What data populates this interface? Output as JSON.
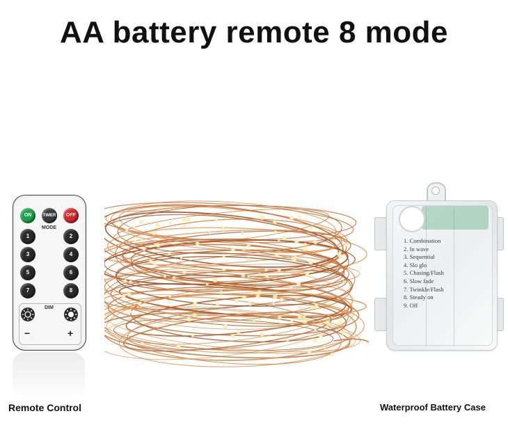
{
  "title": "AA battery remote 8 mode",
  "remote": {
    "caption": "Remote Control",
    "buttons": {
      "on": "ON",
      "timer": "TIMER",
      "off": "OFF",
      "mode_label": "MODE",
      "dim_label": "DIM",
      "numbers": [
        "1",
        "2",
        "3",
        "4",
        "5",
        "6",
        "7",
        "8"
      ],
      "minus": "−",
      "plus": "+"
    }
  },
  "battery_case": {
    "caption": "Waterproof Battery Case",
    "modes": [
      "1. Combination",
      "2. In wave",
      "3. Sequential",
      "4. Slo glo",
      "5. Chasing/Flash",
      "6. Slow fade",
      "7. Twinkle/Flash",
      "8. Steady on",
      "9. Off"
    ]
  },
  "colors": {
    "copper_wire": "#c8743a",
    "led_glow": "#ffe9a8",
    "on_button": "#1ea34a",
    "off_button": "#d9262b"
  }
}
